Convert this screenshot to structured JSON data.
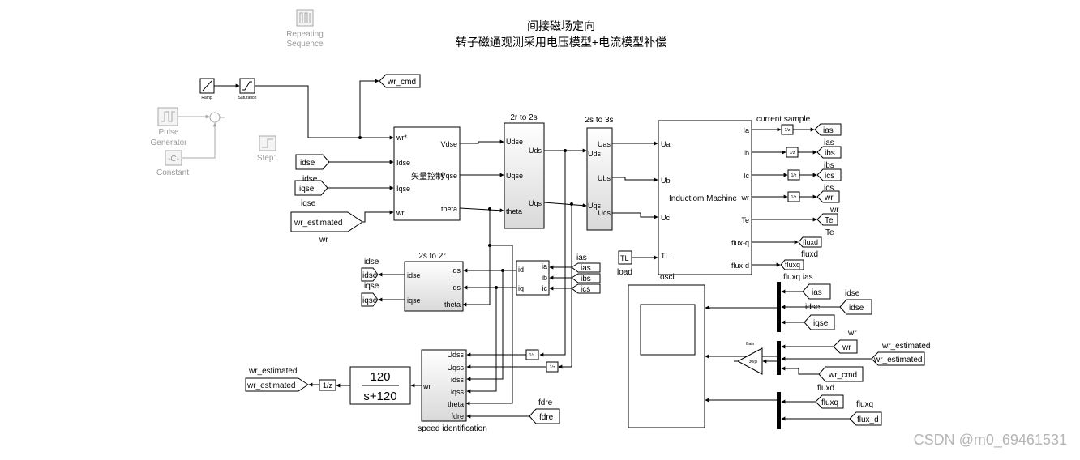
{
  "title": {
    "line1": "间接磁场定向",
    "line2": "转子磁通观测采用电压模型+电流模型补偿"
  },
  "watermark": "CSDN @m0_69461531",
  "disabled_blocks": {
    "repeating_sequence": [
      "Repeating",
      "Sequence"
    ],
    "pulse_generator": [
      "Pulse",
      "Generator"
    ],
    "constant": "Constant",
    "step": "Step1"
  },
  "source_blocks": {
    "ramp": "Ramp",
    "saturation": "Saturation"
  },
  "goto_tags": {
    "wr_cmd": "wr_cmd",
    "ias": "ias",
    "ibs": "ibs",
    "ics": "ics",
    "wr": "wr",
    "Te": "Te",
    "fluxd": "fluxd",
    "fluxq": "fluxq",
    "wr_estimated": "wr_estimated"
  },
  "from_tags": {
    "idse": "idse",
    "iqse": "iqse",
    "wr_estimated": "wr_estimated",
    "ias": "ias",
    "ibs": "ibs",
    "ics": "ics",
    "fdre": "fdre",
    "TL": "TL",
    "scope_ias": "ias",
    "scope_idse": "idse",
    "scope_iqse": "iqse",
    "scope_wr": "wr",
    "scope_wr_estimated": "wr_estimated",
    "scope_wr_cmd": "wr_cmd",
    "scope_fluxq": "fluxq",
    "scope_flux_d": "flux_d"
  },
  "labels": {
    "idse": "idse",
    "iqse": "iqse",
    "wr": "wr",
    "load": "load",
    "current_sample": "current sample",
    "ias": "ias",
    "ibs": "ibs",
    "ics": "ics",
    "Te": "Te",
    "fluxd": "fluxd",
    "fluxq_ias": "fluxq ias",
    "scope_idse": "idse",
    "scope_wr": "wr",
    "scope_wr_estimated": "wr_estimated",
    "fluxd2": "fluxd",
    "fluxq2": "fluxq",
    "fdre": "fdre",
    "wr_estimated": "wr_estimated",
    "osci": "osci",
    "gain": "Gain",
    "gain_value": "30/pi"
  },
  "vector_control": {
    "title": "矢量控制",
    "inputs": [
      "wr*",
      "Idse",
      "Iqse",
      "wr"
    ],
    "outputs": [
      "Vdse",
      "Vqse",
      "theta"
    ]
  },
  "r2s": {
    "title": "2r to 2s",
    "inputs": [
      "Udse",
      "Uqse",
      "theta"
    ],
    "outputs": [
      "Uds",
      "Uqs"
    ]
  },
  "s2s3": {
    "title": "2s to 3s",
    "inputs": [
      "Uds",
      "Uqs"
    ],
    "outputs": [
      "Uas",
      "Ubs",
      "Ucs"
    ]
  },
  "induction_machine": {
    "title": "Inductiom Machine",
    "inputs": [
      "Ua",
      "Ub",
      "Uc",
      "TL"
    ],
    "outputs": [
      "Ia",
      "Ib",
      "Ic",
      "wr",
      "Te",
      "flux-q",
      "flux-d"
    ]
  },
  "s2r": {
    "title": "2s to 2r",
    "inputs": [
      "ids",
      "iqs",
      "theta"
    ],
    "outputs": [
      "idse",
      "iqse"
    ]
  },
  "abc": {
    "inputs": [
      "ia",
      "ib",
      "ic"
    ],
    "outputs": [
      "id",
      "iq"
    ]
  },
  "speed_id": {
    "title": "speed identification",
    "inputs": [
      "Udss",
      "Uqss",
      "idss",
      "iqss",
      "theta",
      "fdre"
    ],
    "outputs": [
      "wr"
    ]
  },
  "transfer_fn": {
    "num": "120",
    "den": "s+120"
  },
  "unit_delay": "1/z"
}
